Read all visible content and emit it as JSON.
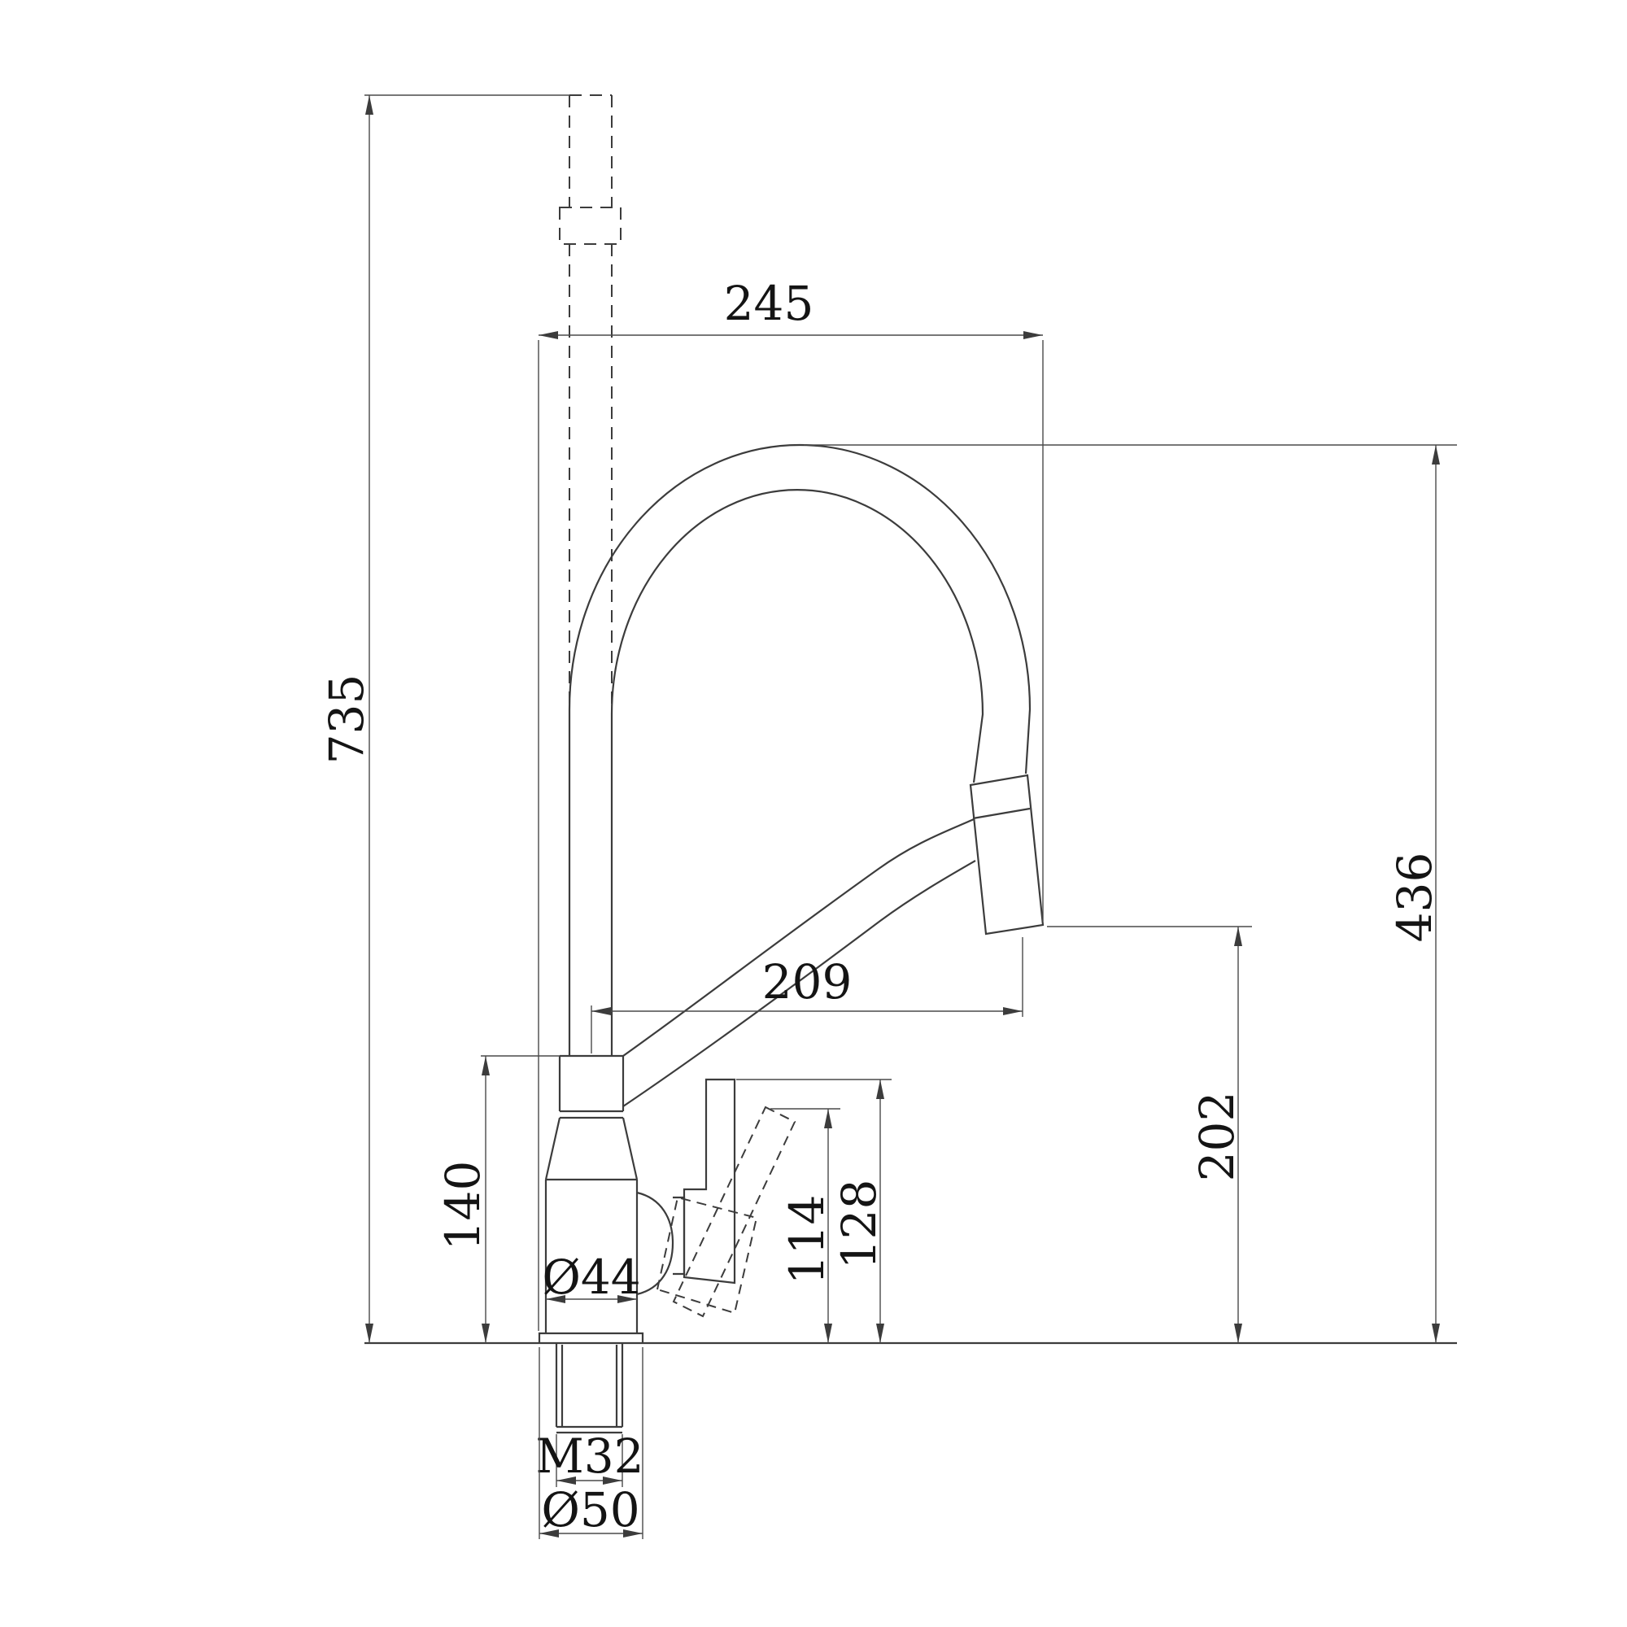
{
  "drawing": {
    "background_color": "#ffffff",
    "line_color": "#3c3c3c",
    "dimension_line_color": "#4a4a4a",
    "text_color": "#141414"
  },
  "dimensions": {
    "overall_height": {
      "label": "735"
    },
    "top_width": {
      "label": "245"
    },
    "spout_height": {
      "label": "436"
    },
    "spout_reach": {
      "label": "209"
    },
    "outlet_height": {
      "label": "202"
    },
    "body_height": {
      "label": "140"
    },
    "handle_tilted_height": {
      "label": "114"
    },
    "handle_height": {
      "label": "128"
    },
    "body_diameter": {
      "label": "Ø44"
    },
    "mount_thread": {
      "label": "M32"
    },
    "base_diameter": {
      "label": "Ø50"
    }
  }
}
